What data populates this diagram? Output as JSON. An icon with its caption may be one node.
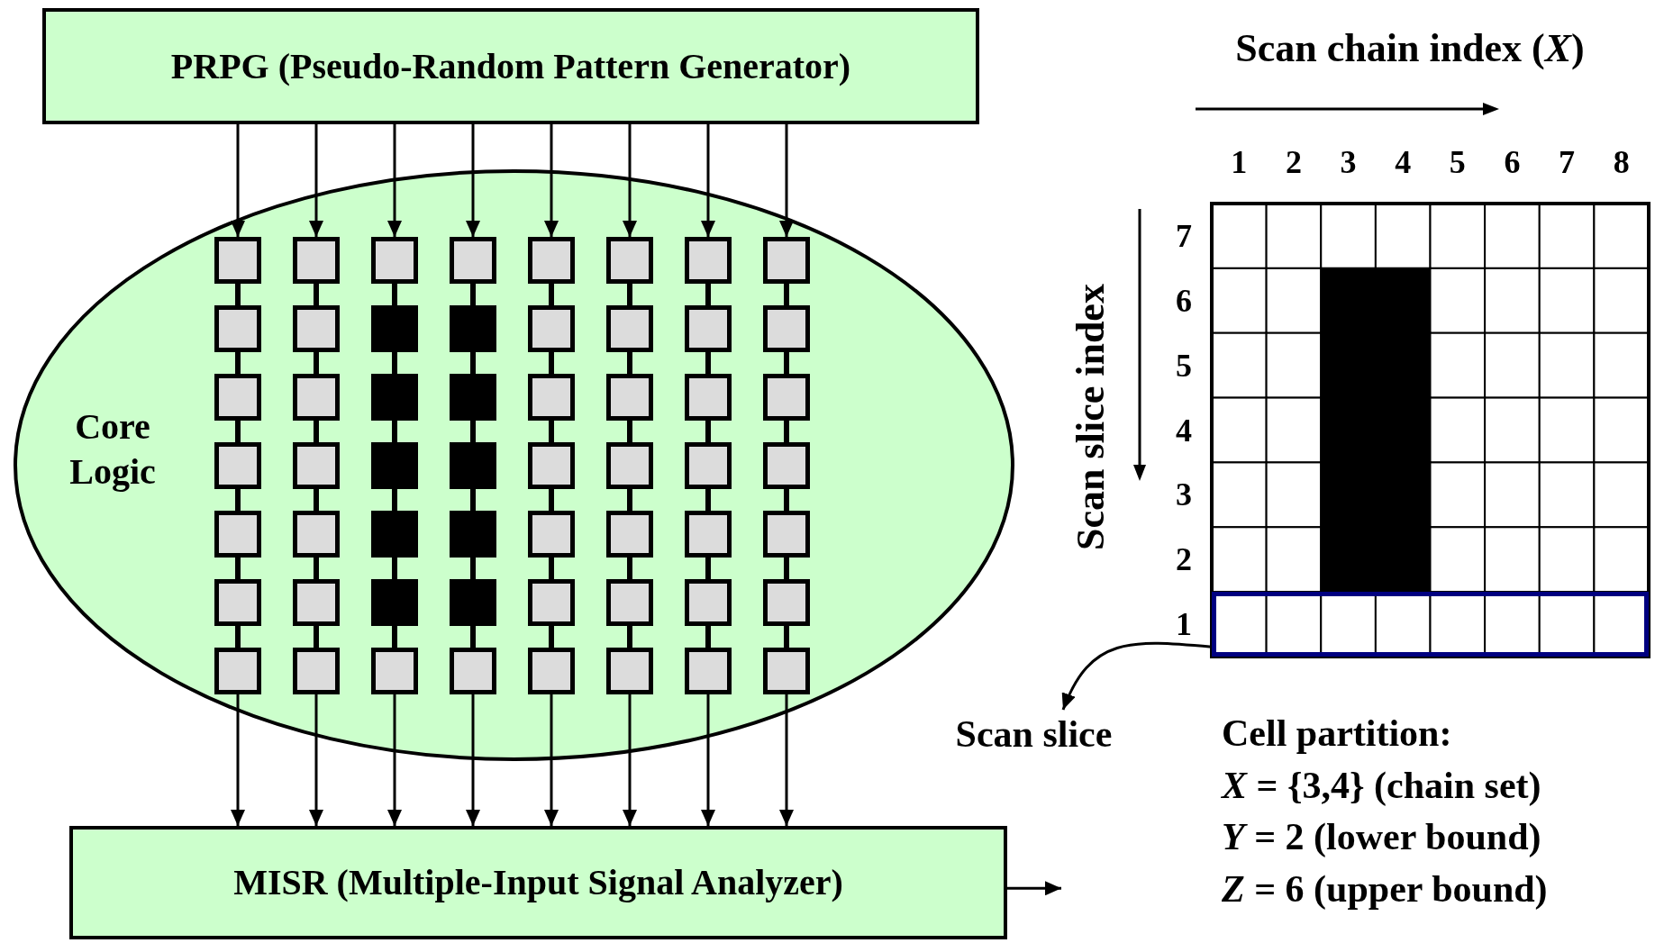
{
  "diagram": {
    "nodes": [
      {
        "text": [
          "PRPG (Pseudo-Random Pattern Generator)"
        ]
      },
      {
        "text": [
          "Core Logic"
        ]
      },
      {
        "text": [],
        "shape": "box",
        "in": 1
      },
      {
        "text": [],
        "shape": "box",
        "in": 1
      },
      {
        "text": [],
        "shape": "box",
        "in": 1
      },
      {
        "text": [],
        "shape": "box",
        "in": 1
      },
      {
        "text": [],
        "shape": "box",
        "in": 1
      },
      {
        "text": [],
        "shape": "box",
        "in": 1
      },
      {
        "text": [],
        "shape": "box",
        "in": 1
      },
      {
        "text": [],
        "shape": "box",
        "in": 1
      },
      {
        "text": [],
        "shape": "box",
        "in": 1
      },
      {
        "text": [],
        "shape": "box",
        "in": 1
      },
      {
        "text": [],
        "shape": "block",
        "in": 1
      },
      {
        "text": [],
        "shape": "block",
        "in": 1
      },
      {
        "text": [],
        "shape": "box",
        "in": 1
      },
      {
        "text": [],
        "shape": "box",
        "in": 1
      },
      {
        "text": [],
        "shape": "box",
        "in": 1
      },
      {
        "text": [],
        "shape": "box",
        "in": 1
      },
      {
        "text": [],
        "shape": "box",
        "in": 1
      },
      {
        "text": [],
        "shape": "box",
        "in": 1
      },
      {
        "text": [],
        "shape": "block",
        "in": 1
      },
      {
        "text": [],
        "shape": "block",
        "in": 1
      },
      {
        "text": [],
        "shape": "box",
        "in": 1
      },
      {
        "text": [],
        "shape": "box",
        "in": 1
      },
      {
        "text": [],
        "shape": "box",
        "in": 1
      },
      {
        "text": [],
        "shape": "box",
        "in": 1
      },
      {
        "text": [],
        "shape": "box",
        "in": 1
      },
      {
        "text": [],
        "shape": "box",
        "in": 1
      },
      {
        "text": [],
        "shape": "block",
        "in": 1
      },
      {
        "text": [],
        "shape": "block",
        "in": 1
      },
      {
        "text": [],
        "shape": "box",
        "in": 1
      },
      {
        "text": [],
        "shape": "box",
        "in": 1
      },
      {
        "text": [],
        "shape": "box",
        "in": 1
      },
      {
        "text": [],
        "shape": "box",
        "in": 1
      },
      {
        "text": [],
        "shape": "box",
        "in": 1
      },
      {
        "text": [],
        "shape": "box",
        "in": 1
      },
      {
        "text": [],
        "shape": "block",
        "in": 1
      },
      {
        "text": [],
        "shape": "block",
        "in": 1
      },
      {
        "text": [],
        "shape": "box",
        "in": 1
      },
      {
        "text": [],
        "shape": "box",
        "in": 1
      },
      {
        "text": [],
        "shape": "box",
        "in": 1
      },
      {
        "text": [],
        "shape": "box",
        "in": 1
      },
      {
        "text": [],
        "shape": "box",
        "in": 1
      },
      {
        "text": [],
        "shape": "box",
        "in": 1
      },
      {
        "text": [],
        "shape": "block",
        "in": 1
      },
      {
        "text": [],
        "shape": "block",
        "in": 1
      },
      {
        "text": [],
        "shape": "box",
        "in": 1
      },
      {
        "text": [],
        "shape": "box",
        "in": 1
      },
      {
        "text": [],
        "shape": "box",
        "in": 1
      },
      {
        "text": [],
        "shape": "box",
        "in": 1
      },
      {
        "text": [],
        "shape": "box",
        "in": 1
      },
      {
        "text": [],
        "shape": "box",
        "in": 1
      },
      {
        "text": [],
        "shape": "box",
        "in": 1
      },
      {
        "text": [],
        "shape": "box",
        "in": 1
      },
      {
        "text": [],
        "shape": "box",
        "in": 1
      },
      {
        "text": [],
        "shape": "box",
        "in": 1
      },
      {
        "text": [],
        "shape": "box",
        "in": 1
      },
      {
        "text": [],
        "shape": "box",
        "in": 1
      },
      {
        "text": [
          "MISR (Multiple-Input Signal Analyzer)"
        ]
      },
      {
        "text": [],
        "shape": "box"
      },
      {
        "text": [
          "Scan slice"
        ]
      }
    ],
    "edges": [
      {
        "from": 0,
        "to": 2,
        "arrow": "to"
      },
      {
        "from": 0,
        "to": 3,
        "arrow": "to"
      },
      {
        "from": 0,
        "to": 4,
        "arrow": "to"
      },
      {
        "from": 0,
        "to": 5,
        "arrow": "to"
      },
      {
        "from": 0,
        "to": 6,
        "arrow": "to"
      },
      {
        "from": 0,
        "to": 7,
        "arrow": "to"
      },
      {
        "from": 0,
        "to": 8,
        "arrow": "to"
      },
      {
        "from": 0,
        "to": 9,
        "arrow": "to"
      },
      {
        "from": 2,
        "to": 10,
        "arrow": "none"
      },
      {
        "from": 3,
        "to": 11,
        "arrow": "none"
      },
      {
        "from": 4,
        "to": 12,
        "arrow": "none"
      },
      {
        "from": 5,
        "to": 13,
        "arrow": "none"
      },
      {
        "from": 6,
        "to": 14,
        "arrow": "none"
      },
      {
        "from": 7,
        "to": 15,
        "arrow": "none"
      },
      {
        "from": 8,
        "to": 16,
        "arrow": "none"
      },
      {
        "from": 9,
        "to": 17,
        "arrow": "none"
      },
      {
        "from": 10,
        "to": 18,
        "arrow": "none"
      },
      {
        "from": 11,
        "to": 19,
        "arrow": "none"
      },
      {
        "from": 12,
        "to": 20,
        "arrow": "none"
      },
      {
        "from": 13,
        "to": 21,
        "arrow": "none"
      },
      {
        "from": 14,
        "to": 22,
        "arrow": "none"
      },
      {
        "from": 15,
        "to": 23,
        "arrow": "none"
      },
      {
        "from": 16,
        "to": 24,
        "arrow": "none"
      },
      {
        "from": 17,
        "to": 25,
        "arrow": "none"
      },
      {
        "from": 18,
        "to": 26,
        "arrow": "none"
      },
      {
        "from": 19,
        "to": 27,
        "arrow": "none"
      },
      {
        "from": 20,
        "to": 28,
        "arrow": "none"
      },
      {
        "from": 21,
        "to": 29,
        "arrow": "none"
      },
      {
        "from": 22,
        "to": 30,
        "arrow": "none"
      },
      {
        "from": 23,
        "to": 31,
        "arrow": "none"
      },
      {
        "from": 24,
        "to": 32,
        "arrow": "none"
      },
      {
        "from": 25,
        "to": 33,
        "arrow": "none"
      },
      {
        "from": 26,
        "to": 34,
        "arrow": "none"
      },
      {
        "from": 27,
        "to": 35,
        "arrow": "none"
      },
      {
        "from": 28,
        "to": 36,
        "arrow": "none"
      },
      {
        "from": 29,
        "to": 37,
        "arrow": "none"
      },
      {
        "from": 30,
        "to": 38,
        "arrow": "none"
      },
      {
        "from": 31,
        "to": 39,
        "arrow": "none"
      },
      {
        "from": 32,
        "to": 40,
        "arrow": "none"
      },
      {
        "from": 33,
        "to": 41,
        "arrow": "none"
      },
      {
        "from": 34,
        "to": 42,
        "arrow": "none"
      },
      {
        "from": 35,
        "to": 43,
        "arrow": "none"
      },
      {
        "from": 36,
        "to": 44,
        "arrow": "none"
      },
      {
        "from": 37,
        "to": 45,
        "arrow": "none"
      },
      {
        "from": 38,
        "to": 46,
        "arrow": "none"
      },
      {
        "from": 39,
        "to": 47,
        "arrow": "none"
      },
      {
        "from": 40,
        "to": 48,
        "arrow": "none"
      },
      {
        "from": 41,
        "to": 49,
        "arrow": "none"
      },
      {
        "from": 42,
        "to": 50,
        "arrow": "none"
      },
      {
        "from": 43,
        "to": 51,
        "arrow": "none"
      },
      {
        "from": 44,
        "to": 52,
        "arrow": "none"
      },
      {
        "from": 45,
        "to": 53,
        "arrow": "none"
      },
      {
        "from": 46,
        "to": 54,
        "arrow": "none"
      },
      {
        "from": 47,
        "to": 55,
        "arrow": "none"
      },
      {
        "from": 48,
        "to": 56,
        "arrow": "none"
      },
      {
        "from": 49,
        "to": 57,
        "arrow": "none"
      },
      {
        "from": 50,
        "to": 58,
        "arrow": "to"
      },
      {
        "from": 51,
        "to": 58,
        "arrow": "to"
      },
      {
        "from": 52,
        "to": 58,
        "arrow": "to"
      },
      {
        "from": 53,
        "to": 58,
        "arrow": "to"
      },
      {
        "from": 54,
        "to": 58,
        "arrow": "to"
      },
      {
        "from": 55,
        "to": 58,
        "arrow": "to"
      },
      {
        "from": 56,
        "to": 58,
        "arrow": "to"
      },
      {
        "from": 57,
        "to": 58,
        "arrow": "to"
      },
      {
        "from": 58,
        "to": null,
        "arrow": "to"
      },
      {
        "from": 59,
        "to": 60,
        "arrow": "to"
      }
    ],
    "labels": [
      "Scan chain index (*X*)",
      "1",
      "2",
      "3",
      "4",
      "5",
      "6",
      "7",
      "8",
      "Scan slice index",
      "7",
      "6",
      "5",
      "4",
      "3",
      "2",
      "1",
      "Cell partition:",
      "*X* = {3,4} (chain set)",
      "*Y* = 2 (lower bound)",
      "*Z* = 6 (upper bound)"
    ]
  }
}
